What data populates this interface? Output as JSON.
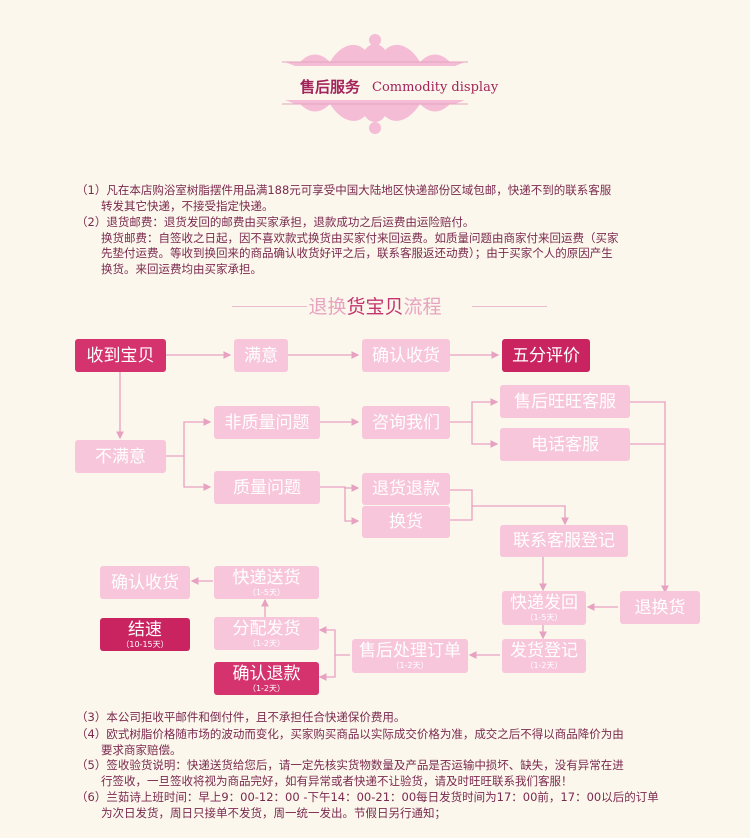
{
  "header": {
    "title_cn": "售后服务",
    "title_en": "Commodity display"
  },
  "notes_top": [
    {
      "lines": [
        "（1）凡在本店购浴室树脂摆件用品满188元可享受中国大陆地区快递部份区域包邮，快递不到的联系客服",
        "转发其它快递，不接受指定快递。"
      ]
    },
    {
      "lines": [
        "（2）退货邮费：退货发回的邮费由买家承担，退款成功之后运费由运险赔付。",
        "换货邮费：自签收之日起，因不喜欢款式换货由买家付来回运费。如质量问题由商家付来回运费（买家",
        "先垫付运费。等收到换回来的商品确认收货好评之后，联系客服返还动费）；由于买家个人的原因产生",
        "换货。来回运费均由买家承担。"
      ]
    }
  ],
  "flow_title": {
    "part1": "退换",
    "part2": "货宝贝",
    "part3": "流程"
  },
  "boxes": {
    "receive": "收到宝贝",
    "satisfied": "满意",
    "confirm_receipt_top": "确认收货",
    "five_star": "五分评价",
    "unsatisfied": "不满意",
    "non_quality": "非质量问题",
    "consult": "咨询我们",
    "wangwang": "售后旺旺客服",
    "phone": "电话客服",
    "quality": "质量问题",
    "return_refund": "退货退款",
    "exchange": "换货",
    "contact_register": "联系客服登记",
    "return_exchange": "退换货",
    "express_send": "快递发回",
    "express_send_sub": "（1-5天）",
    "ship_register": "发货登记",
    "ship_register_sub": "（1-2天）",
    "process_order": "售后处理订单",
    "process_order_sub": "（1-2天）",
    "confirm_refund": "确认退款",
    "confirm_refund_sub": "（1-2天）",
    "allocate": "分配发货",
    "allocate_sub": "（1-2天）",
    "delivery": "快递送货",
    "delivery_sub": "（1-5天）",
    "confirm_receipt_bottom": "确认收货",
    "settle": "结速",
    "settle_sub": "（10-15天）"
  },
  "notes_bottom": [
    {
      "lines": [
        "（3）本公司拒收平邮件和倒付件，且不承担任合快递保价费用。"
      ]
    },
    {
      "lines": [
        "（4）欧式树脂价格随市场的波动而变化，买家购买商品以实际成交价格为准，成交之后不得以商品降价为由",
        "要求商家赔偿。"
      ]
    },
    {
      "lines": [
        "（5）签收验货说明：快递送货给您后，请一定先核实货物数量及产品是否运输中损坏、缺失，没有异常在进",
        "行签收，一旦签收将视为商品完好，如有异常或者快递不让验货，请及时旺旺联系我们客服！"
      ]
    },
    {
      "lines": [
        "（6）兰茹诗上班时间：早上9：00-12：00 -下午14：00-21：00每日发货时间为17：00前，17：00以后的订单",
        "为次日发货，周日只接单不发货，周一统一发出。节假日另行通知；"
      ]
    }
  ],
  "colors": {
    "light_box": "#f8c6db",
    "dark_box": "#d4336d",
    "line": "#eab3cb",
    "text": "#7a2a4f"
  }
}
